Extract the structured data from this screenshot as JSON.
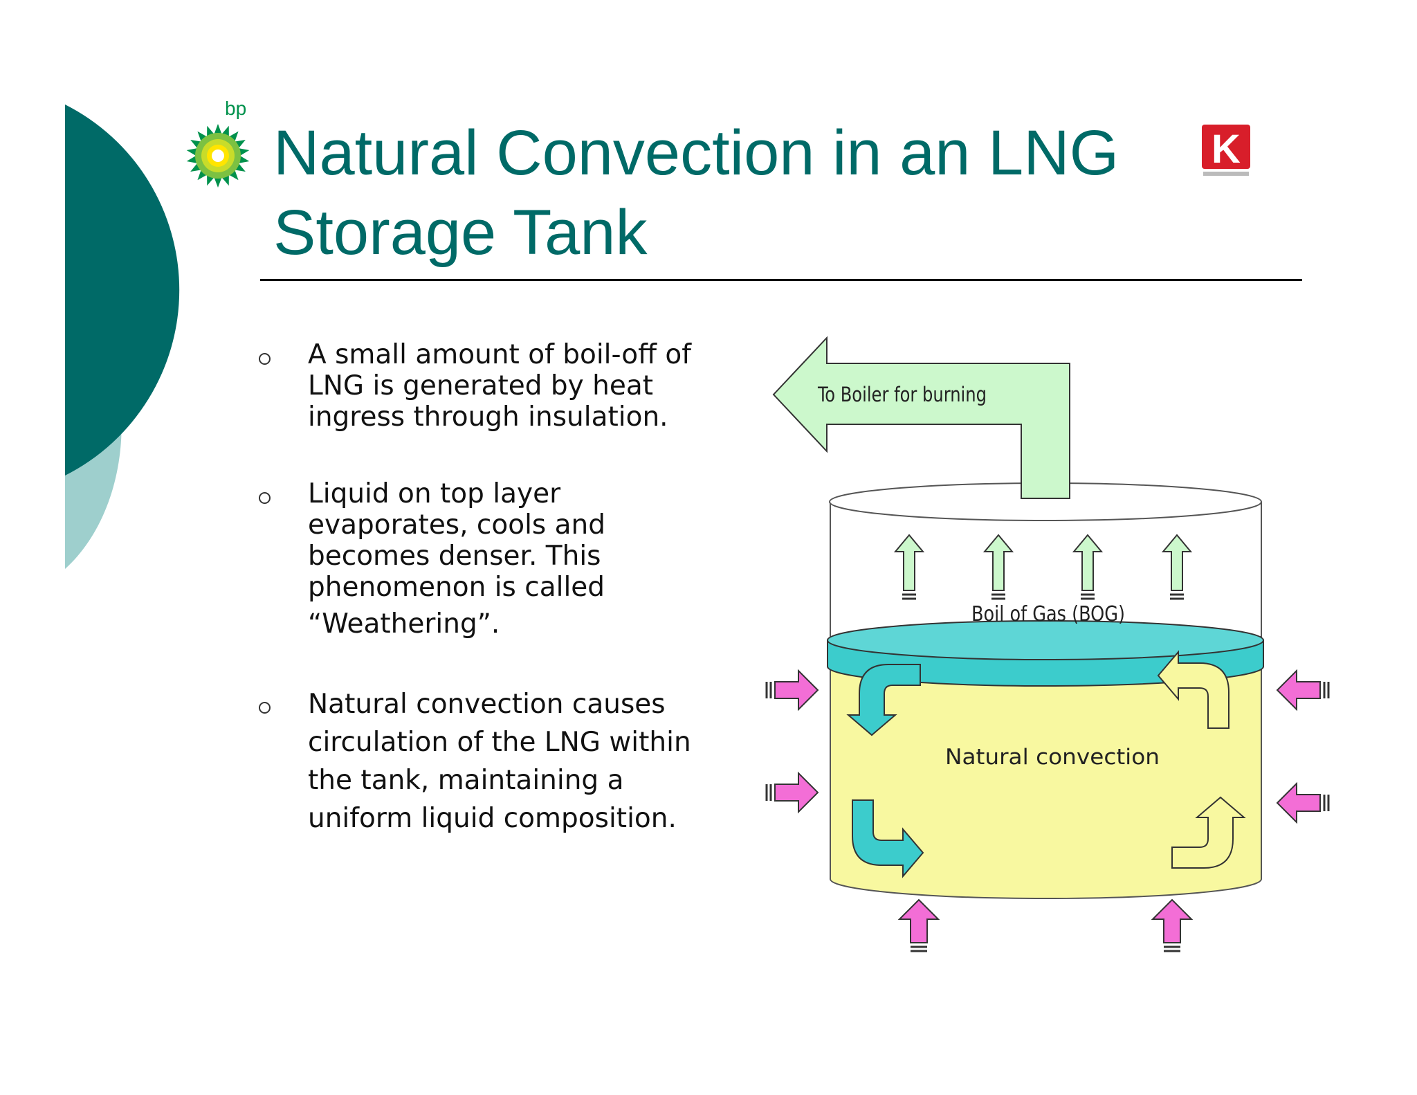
{
  "title": {
    "line1": "Natural Convection in an LNG",
    "line2": "Storage Tank"
  },
  "logos": {
    "left": {
      "text": "bp",
      "icon": "bp-helios-icon",
      "color": "#00914c"
    },
    "right": {
      "text": "K",
      "icon": "k-line-logo-icon",
      "color": "#d81e2a"
    }
  },
  "bullets": [
    {
      "lines": [
        "A small amount of boil-off of",
        "LNG is generated by heat",
        "ingress through insulation."
      ]
    },
    {
      "lines": [
        "Liquid on top layer",
        "evaporates, cools and",
        "becomes denser. This",
        "phenomenon is called",
        "“Weathering”."
      ]
    },
    {
      "lines": [
        "Natural convection causes",
        "circulation of the LNG within",
        "the tank, maintaining a",
        "uniform liquid composition."
      ]
    }
  ],
  "diagram": {
    "to_boiler_label": "To Boiler for burning",
    "bog_label": "Boil of Gas (BOG)",
    "convection_label": "Natural convection"
  },
  "colors": {
    "title": "#006a67",
    "deco_dark": "#006a67",
    "deco_light": "#9ecfcd",
    "liquid": "#f8f8a0",
    "liquid_top": "#3ccccc",
    "gas_arrow": "#ccf8cc",
    "heat_arrow": "#f36ed6"
  }
}
